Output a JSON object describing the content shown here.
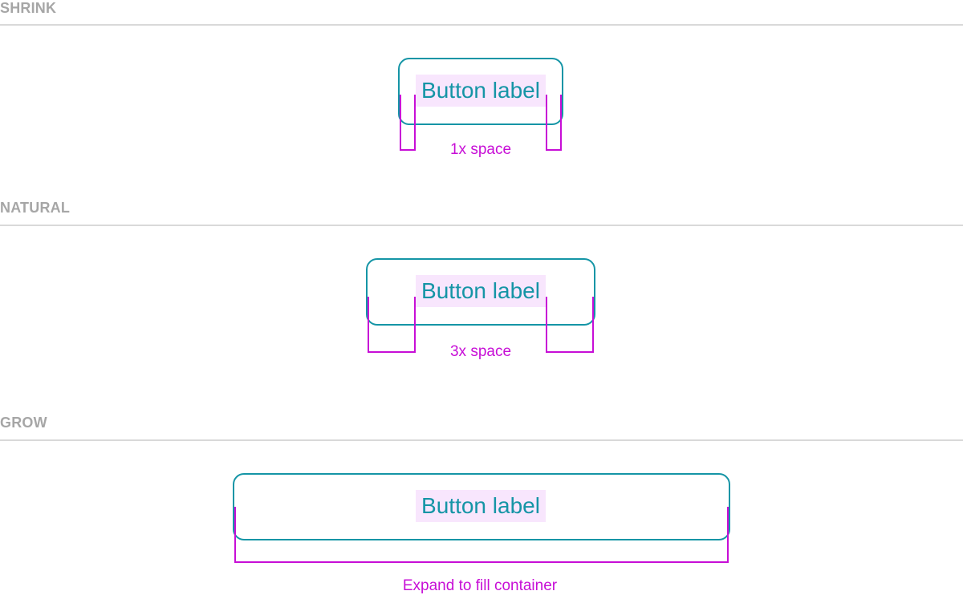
{
  "sections": {
    "shrink": {
      "label": "SHRINK",
      "button_label": "Button label",
      "caption": "1x space"
    },
    "natural": {
      "label": "NATURAL",
      "button_label": "Button label",
      "caption": "3x space"
    },
    "grow": {
      "label": "GROW",
      "button_label": "Button label",
      "caption": "Expand to fill container"
    }
  },
  "colors": {
    "button_border": "#1595a6",
    "button_text": "#1595a6",
    "label_highlight": "#f8e6fd",
    "measure_line": "#c70ed6",
    "section_label": "#a6a6a6",
    "divider": "#d9d9d9"
  }
}
